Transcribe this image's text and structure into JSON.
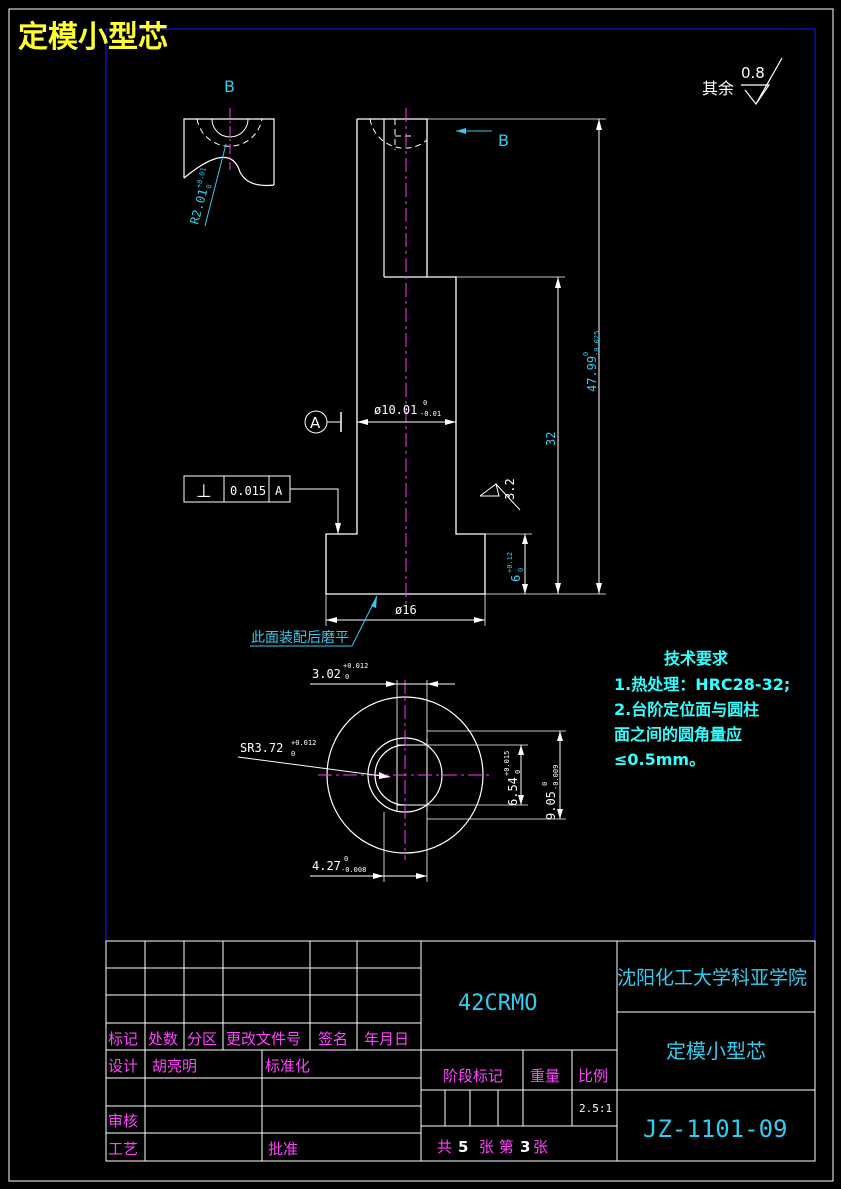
{
  "title": "定模小型芯",
  "surface_finish": {
    "label": "其余",
    "value": "0.8"
  },
  "section_label": "B",
  "view_arrow_label": "B",
  "datum_label": "A",
  "dimensions": {
    "radius": "R2.01",
    "radius_tol_upper": "+0.01",
    "radius_tol_lower": "0",
    "dia_shaft": "ø10.01",
    "dia_shaft_tol_upper": "0",
    "dia_shaft_tol_lower": "-0.01",
    "total_height": "47.99",
    "total_height_tol_upper": "0",
    "total_height_tol_lower": "-0.025",
    "mid_height": "32",
    "base_height": "6",
    "base_height_tol_upper": "+0.12",
    "base_height_tol_lower": "0",
    "base_dia": "ø16",
    "roughness_local": "3.2",
    "slot_width": "3.02",
    "slot_width_tol_upper": "+0.012",
    "slot_width_tol_lower": "0",
    "sphere_radius": "SR3.72",
    "sphere_radius_tol_upper": "+0.012",
    "sphere_radius_tol_lower": "0",
    "depth_inner": "6.54",
    "depth_inner_tol_upper": "+0.015",
    "depth_inner_tol_lower": "0",
    "depth_outer": "9.05",
    "depth_outer_tol_upper": "0",
    "depth_outer_tol_lower": "-0.009",
    "bottom_width": "4.27",
    "bottom_width_tol_upper": "0",
    "bottom_width_tol_lower": "-0.008"
  },
  "tolerance_frame": {
    "symbol": "⊥",
    "value": "0.015",
    "datum": "A"
  },
  "note_flat": "此面装配后磨平",
  "tech_requirements": {
    "heading": "技术要求",
    "lines": [
      "1.热处理：HRC28-32;",
      "2.台阶定位面与圆柱",
      "面之间的圆角量应",
      "≤0.5mm。"
    ]
  },
  "title_block": {
    "material": "42CRMO",
    "school": "沈阳化工大学科亚学院",
    "part_name": "定模小型芯",
    "drawing_no": "JZ-1101-09",
    "scale": "2.5:1",
    "headers": [
      "标记",
      "处数",
      "分区",
      "更改文件号",
      "签名",
      "年月日"
    ],
    "design_label": "设计",
    "designer": "胡亮明",
    "standard_label": "标准化",
    "review_label": "审核",
    "process_label": "工艺",
    "approve_label": "批准",
    "stage_label": "阶段标记",
    "weight_label": "重量",
    "scale_label": "比例",
    "sheets": {
      "prefix": "共",
      "total": "5",
      "mid": "张 第",
      "current": "3",
      "suffix": "张"
    }
  },
  "colors": {
    "outline": "#ffffff",
    "center": "#ff33ff",
    "dimension": "#33ccee",
    "frame": "#1a1aff",
    "title": "#ffff33",
    "block_text": "#ff44ff"
  }
}
